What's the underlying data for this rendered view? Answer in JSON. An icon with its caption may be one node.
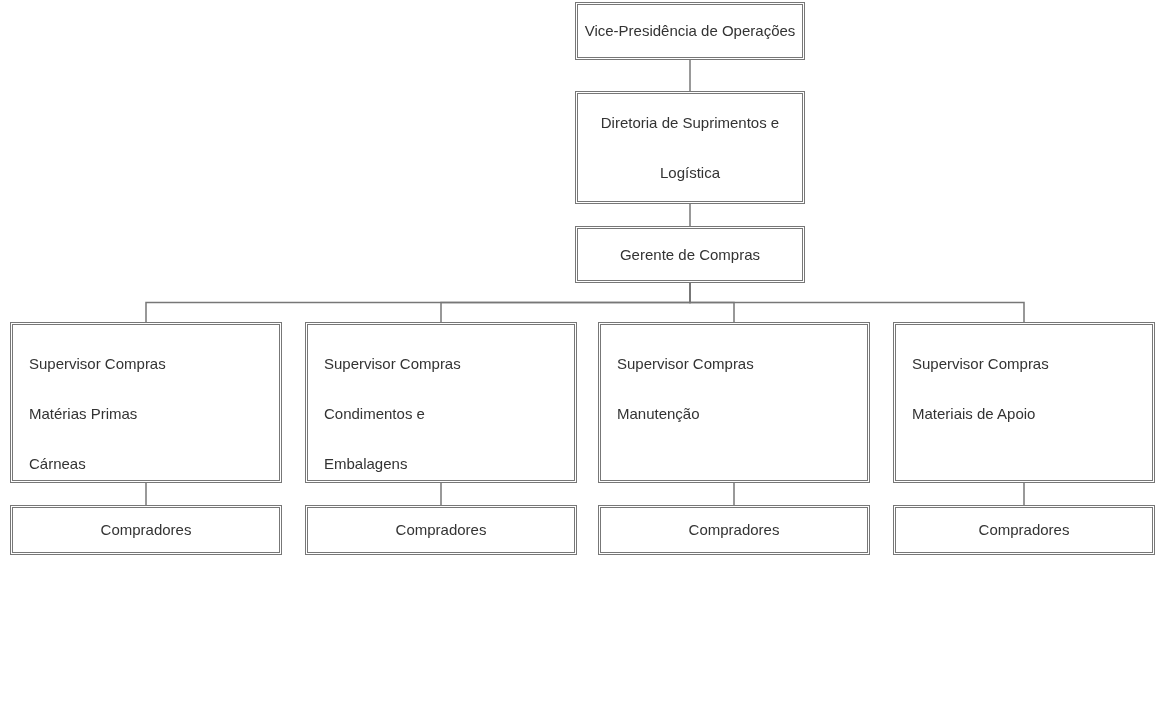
{
  "diagram": {
    "nodes": [
      {
        "text": [
          "Vice-Presidência de Operações"
        ]
      },
      {
        "text": [
          "Diretoria de Suprimentos e Logística"
        ]
      },
      {
        "text": [
          "Gerente de Compras"
        ]
      },
      {
        "text": [
          "Supervisor Compras Matérias Primas Cárneas"
        ]
      },
      {
        "text": [
          "Supervisor Compras Condimentos e Embalagens"
        ]
      },
      {
        "text": [
          "Supervisor Compras Manutenção"
        ]
      },
      {
        "text": [
          "Supervisor Compras Materiais de Apoio"
        ]
      },
      {
        "text": [
          "Compradores"
        ]
      },
      {
        "text": [
          "Compradores"
        ]
      },
      {
        "text": [
          "Compradores"
        ]
      },
      {
        "text": [
          "Compradores"
        ]
      }
    ],
    "edges": [
      {
        "from": 0,
        "to": 1,
        "arrow": "none"
      },
      {
        "from": 1,
        "to": 2,
        "arrow": "none"
      },
      {
        "from": 2,
        "to": 3,
        "arrow": "none"
      },
      {
        "from": 2,
        "to": 4,
        "arrow": "none"
      },
      {
        "from": 2,
        "to": 5,
        "arrow": "none"
      },
      {
        "from": 2,
        "to": 6,
        "arrow": "none"
      },
      {
        "from": 3,
        "to": 7,
        "arrow": "none"
      },
      {
        "from": 4,
        "to": 8,
        "arrow": "none"
      },
      {
        "from": 5,
        "to": 9,
        "arrow": "none"
      },
      {
        "from": 6,
        "to": 10,
        "arrow": "none"
      }
    ]
  }
}
